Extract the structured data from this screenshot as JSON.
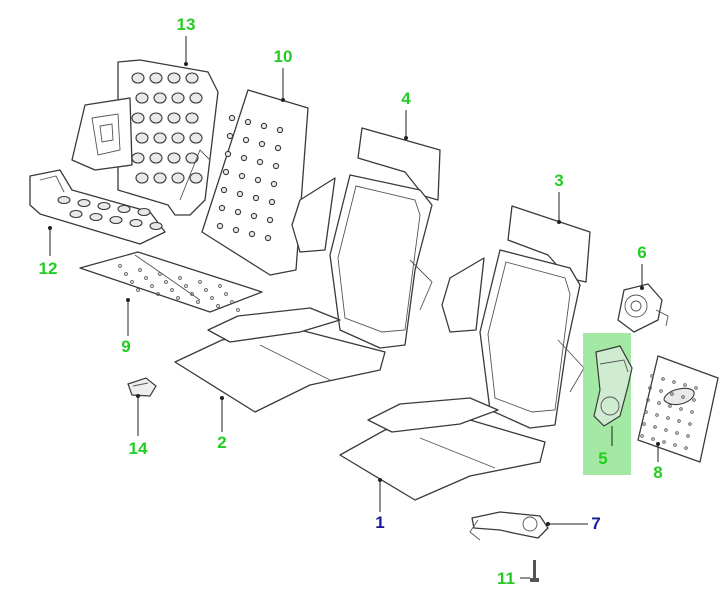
{
  "diagram": {
    "highlight_color": "#66d966",
    "callout_colors": {
      "green": "#22cc22",
      "blue": "#1a1a99"
    },
    "callouts": {
      "c1": "1",
      "c2": "2",
      "c3": "3",
      "c4": "4",
      "c5": "5",
      "c6": "6",
      "c7": "7",
      "c8": "8",
      "c9": "9",
      "c10": "10",
      "c11": "11",
      "c12": "12",
      "c13": "13",
      "c14": "14"
    }
  }
}
